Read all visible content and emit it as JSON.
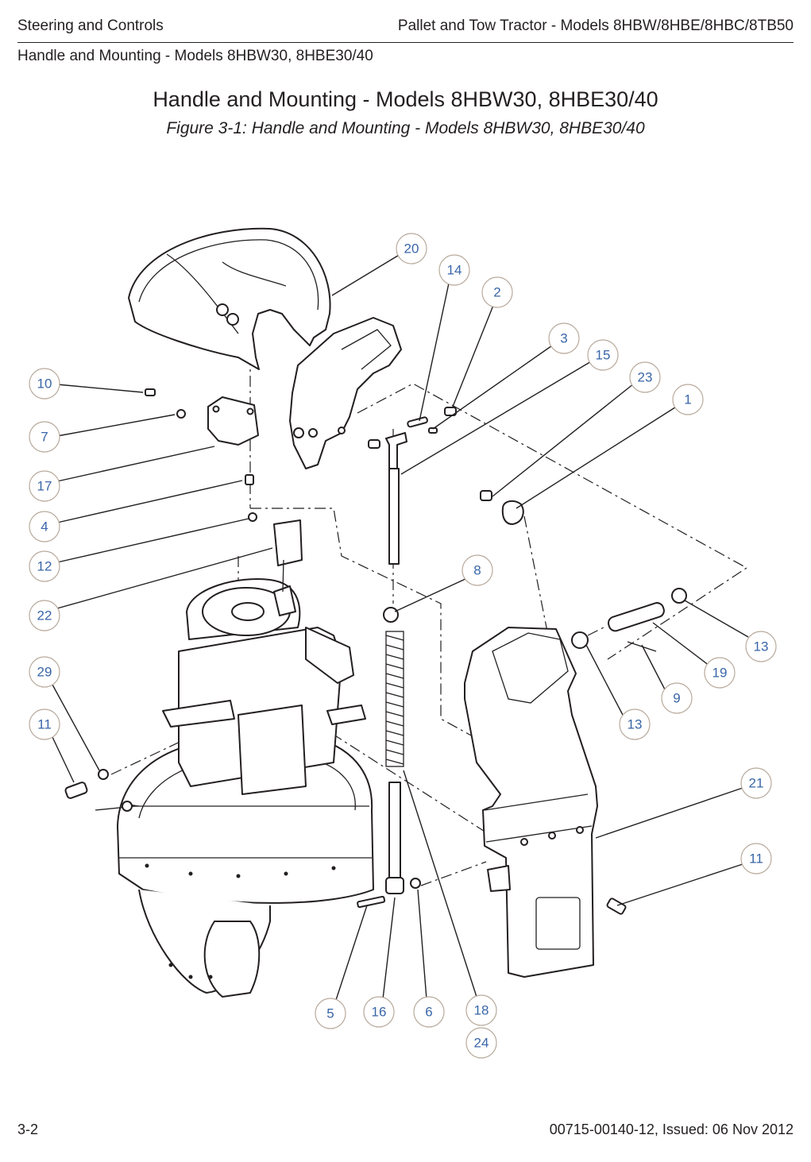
{
  "header": {
    "section": "Steering and Controls",
    "manual": "Pallet and Tow Tractor - Models 8HBW/8HBE/8HBC/8TB50"
  },
  "breadcrumb": "Handle and Mounting - Models 8HBW30, 8HBE30/40",
  "title": "Handle and Mounting - Models 8HBW30, 8HBE30/40",
  "caption": "Figure 3-1:  Handle and Mounting - Models 8HBW30, 8HBE30/40",
  "callouts": [
    "20",
    "14",
    "2",
    "3",
    "15",
    "23",
    "1",
    "10",
    "7",
    "17",
    "4",
    "12",
    "22",
    "8",
    "29",
    "11",
    "13",
    "19",
    "9",
    "13",
    "21",
    "11",
    "5",
    "16",
    "6",
    "18",
    "24"
  ],
  "footer": {
    "page": "3-2",
    "doc": "00715-00140-12, Issued: 06 Nov 2012"
  },
  "colors": {
    "callout_text": "#3a66a8",
    "callout_ring": "#b8aa9c",
    "ink": "#231f20"
  }
}
